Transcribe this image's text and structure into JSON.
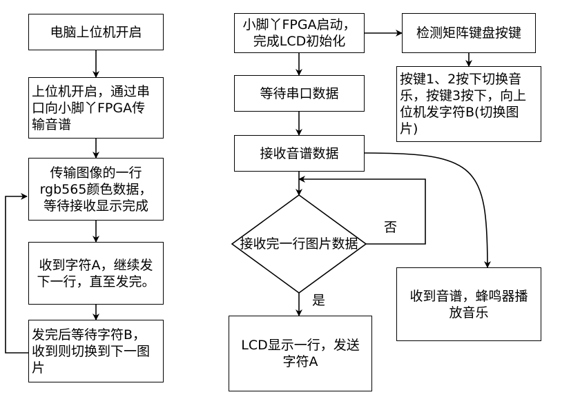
{
  "nodes": {
    "pc_start": "电脑上位机开启",
    "send_score": "上位机开启，通过串\n口向小脚丫FPGA传\n输音谱",
    "send_row": "传输图像的一行\nrgb565颜色数据，\n等待接收显示完成",
    "recv_a": "收到字符A，继续发\n下一行，直至发完。",
    "wait_b": "发完后等待字符B，\n收到则切换到下一图\n片",
    "fpga_start": "小脚丫FPGA启动，\n完成LCD初始化",
    "wait_serial": "等待串口数据",
    "recv_score": "接收音谱数据",
    "decision": "接收完一行图片数据",
    "lcd_show": "LCD显示一行，发送\n字符A",
    "detect_keys": "检测矩阵键盘按键",
    "key_action": "按键1、2按下切换音\n乐，按键3按下，向上\n位机发字符B(切换图\n片)",
    "play_music": "收到音谱，蜂鸣器播\n放音乐"
  },
  "labels": {
    "no": "否",
    "yes": "是"
  }
}
